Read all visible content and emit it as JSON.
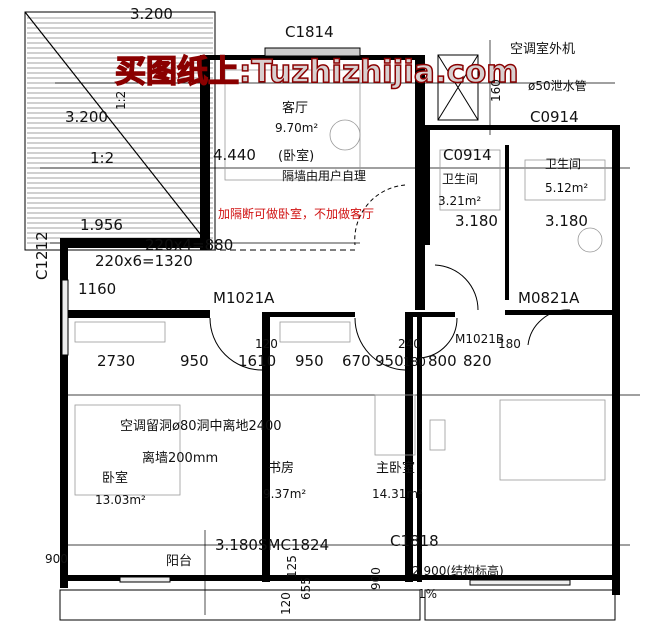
{
  "watermark": "买图纸上:Tuzhizhijia.com",
  "colors": {
    "annotation": "#d01010",
    "walls": "#000000",
    "furniture": "#999999"
  },
  "rooms": {
    "living": {
      "name": "客厅",
      "area": "9.70m²",
      "alt": "(卧室)",
      "partition_note": "隔墙由用户自理"
    },
    "bath1": {
      "name": "卫生间",
      "area": "3.21m²"
    },
    "bath2": {
      "name": "卫生间",
      "area": "5.12m²"
    },
    "bedroom": {
      "name": "卧室",
      "area": "13.03m²"
    },
    "study": {
      "name": "书房",
      "area": "9.37m²"
    },
    "master": {
      "name": "主卧室",
      "area": "14.31m²"
    },
    "balcony": {
      "name": "阳台"
    }
  },
  "annotations": {
    "red_note": "加隔断可做卧室，不加做客厅",
    "ac_unit": "空调室外机",
    "drain_pipe": "ø50泄水管",
    "ac_hole": "空调留洞ø80洞中离地2400",
    "ac_hole2": "离墙200mm",
    "structural_level": "2.900(结构标高)",
    "slope": "1%",
    "roof_slope_1": "1:2",
    "roof_slope_2": "1:2"
  },
  "openings": {
    "c1814": "C1814",
    "c0914_a": "C0914",
    "c0914_b": "C0914",
    "c1212": "C1212",
    "m1021a": "M1021A",
    "m0821a": "M0821A",
    "m1021b": "M1021B",
    "c1818": "C1818",
    "smc1824": "SMC1824"
  },
  "levels": {
    "top": "3.200",
    "roof": "3.200",
    "living": "4.440",
    "bath1": "3.180",
    "bath2": "3.180",
    "stair": "1.956",
    "balcony": "3.180"
  },
  "dimensions": {
    "stair_880": "220x4=880",
    "stair_1320": "220x6=1320",
    "d1160": "1160",
    "d160": "160",
    "d2730": "2730",
    "d950a": "950",
    "d120": "120",
    "d1610": "1610",
    "d950b": "950",
    "d240": "240",
    "d670": "670",
    "d950c": "950",
    "d180a": "180",
    "d180b": "180",
    "d800": "800",
    "d820": "820",
    "d900a": "900",
    "d125": "125",
    "d655": "655",
    "d120b": "120",
    "d900b": "900"
  }
}
